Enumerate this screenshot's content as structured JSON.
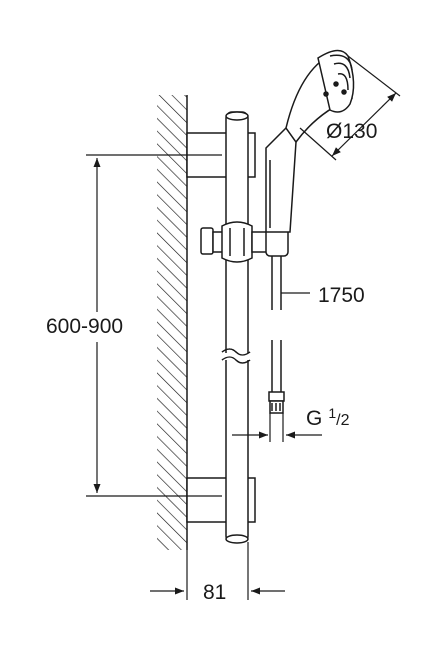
{
  "dimensions": {
    "height_range": "600-900",
    "wall_offset": "81",
    "hose_length": "1750",
    "head_diameter": "Ø130",
    "thread_prefix": "G",
    "thread_numerator": "1",
    "thread_denominator": "/2"
  },
  "colors": {
    "line": "#1a1a1a",
    "background": "#ffffff"
  }
}
